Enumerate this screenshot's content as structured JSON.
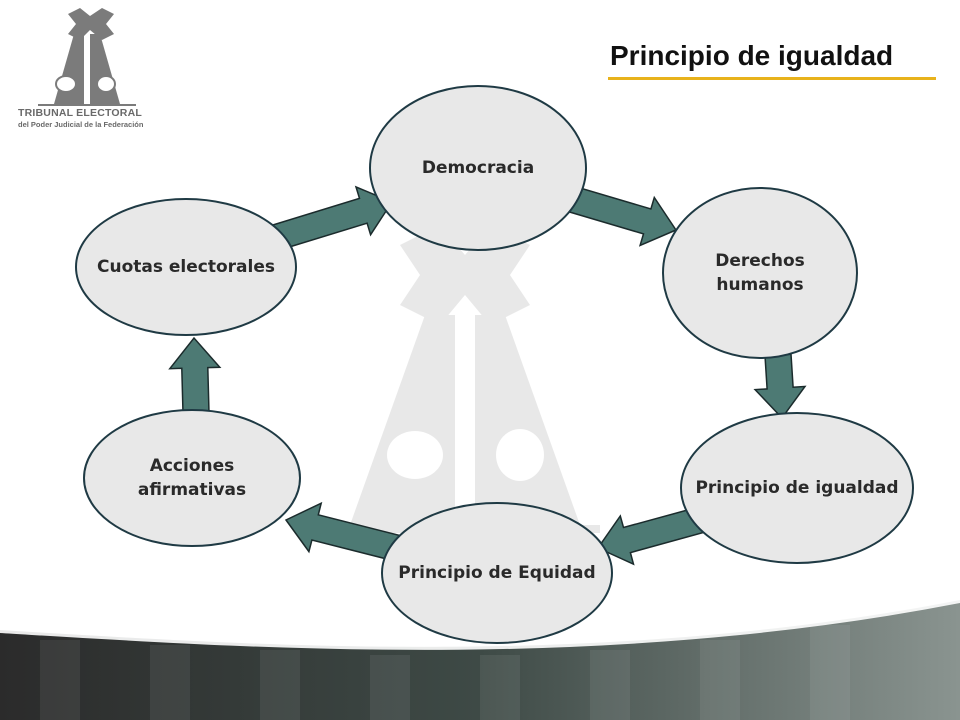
{
  "header": {
    "title": "Principio de igualdad",
    "accent_color": "#e8b21b"
  },
  "logo": {
    "icon": "tribunal-scales-logo",
    "line1": "TRIBUNAL ELECTORAL",
    "line2": "del Poder Judicial de la Federación"
  },
  "diagram": {
    "type": "cycle",
    "node_fill": "#e8e8e8",
    "node_stroke": "#1f3a44",
    "arrow_color": "#4d7a74",
    "nodes": [
      {
        "id": "democracia",
        "label": "Democracia"
      },
      {
        "id": "derechos",
        "label": "Derechos humanos"
      },
      {
        "id": "igualdad",
        "label": "Principio de igualdad"
      },
      {
        "id": "equidad",
        "label": "Principio de Equidad"
      },
      {
        "id": "acciones",
        "label": "Acciones afirmativas"
      },
      {
        "id": "cuotas",
        "label": "Cuotas electorales"
      }
    ],
    "edges": [
      {
        "from": "cuotas",
        "to": "democracia"
      },
      {
        "from": "democracia",
        "to": "derechos"
      },
      {
        "from": "derechos",
        "to": "igualdad"
      },
      {
        "from": "igualdad",
        "to": "equidad"
      },
      {
        "from": "equidad",
        "to": "acciones"
      },
      {
        "from": "acciones",
        "to": "cuotas"
      }
    ]
  }
}
